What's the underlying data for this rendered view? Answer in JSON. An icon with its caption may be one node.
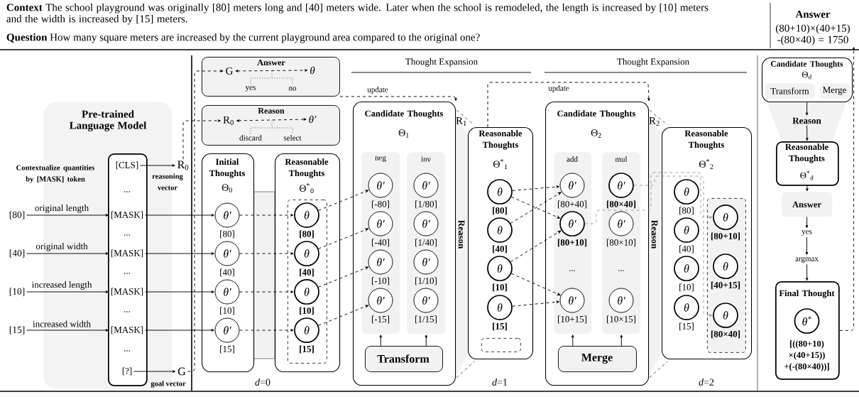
{
  "diagram": {
    "nodes": [
      {
        "text": [
          "Pre-trained Language Model"
        ]
      },
      {
        "text": [],
        "shape": "box",
        "in": 0
      },
      {
        "text": [
          "[CLS]"
        ],
        "in": 1
      },
      {
        "text": [
          "..."
        ],
        "in": 1
      },
      {
        "text": [
          "[MASK]"
        ],
        "in": 1
      },
      {
        "text": [
          "..."
        ],
        "in": 1
      },
      {
        "text": [
          "[MASK]"
        ],
        "in": 1
      },
      {
        "text": [
          "..."
        ],
        "in": 1
      },
      {
        "text": [
          "[MASK]"
        ],
        "in": 1
      },
      {
        "text": [
          "..."
        ],
        "in": 1
      },
      {
        "text": [
          "[MASK]"
        ],
        "in": 1
      },
      {
        "text": [
          "..."
        ],
        "in": 1
      },
      {
        "text": [
          "[?]"
        ],
        "in": 1
      },
      {
        "text": [
          "[80]"
        ]
      },
      {
        "text": [
          "[40]"
        ]
      },
      {
        "text": [
          "[10]"
        ]
      },
      {
        "text": [
          "[15]"
        ]
      },
      {
        "text": [
          "R$_{0}$"
        ],
        "beside": [
          "reasoning vector"
        ]
      },
      {
        "text": [
          "G"
        ],
        "beside": [
          "goal vector"
        ]
      },
      {
        "text": [
          "Answer"
        ]
      },
      {
        "text": [
          "G"
        ],
        "in": 19
      },
      {
        "text": [
          "θ"
        ],
        "in": 19
      },
      {
        "text": [
          "Reason"
        ]
      },
      {
        "text": [
          "R$_{0}$"
        ],
        "in": 22
      },
      {
        "text": [
          "θ′"
        ],
        "in": 22
      },
      {
        "text": [
          "Initial Thoughts",
          "Θ$_{0}$"
        ]
      },
      {
        "text": [
          "θ′"
        ],
        "beside": [
          "[80]"
        ],
        "in": 25
      },
      {
        "text": [
          "θ′"
        ],
        "beside": [
          "[40]"
        ],
        "in": 25
      },
      {
        "text": [
          "θ′"
        ],
        "beside": [
          "[10]"
        ],
        "in": 25
      },
      {
        "text": [
          "θ′"
        ],
        "beside": [
          "[15]"
        ],
        "in": 25
      },
      {
        "text": [
          "Reasonable Thoughts",
          "Θ$^{*}$$_{0}$"
        ]
      },
      {
        "text": [],
        "shape": "box",
        "in": 30
      },
      {
        "text": [
          "θ"
        ],
        "beside": [
          "[80]"
        ],
        "in": 31
      },
      {
        "text": [
          "θ"
        ],
        "beside": [
          "[40]"
        ],
        "in": 31
      },
      {
        "text": [
          "θ"
        ],
        "beside": [
          "[10]"
        ],
        "in": 31
      },
      {
        "text": [
          "θ"
        ],
        "beside": [
          "[15]"
        ],
        "in": 31
      },
      {
        "text": [
          "Candidate Thoughts",
          "Θ$_{1}$"
        ]
      },
      {
        "text": [
          "neg"
        ],
        "in": 36
      },
      {
        "text": [
          "θ′"
        ],
        "beside": [
          "[-80]"
        ],
        "in": 37
      },
      {
        "text": [
          "θ′"
        ],
        "beside": [
          "[-40]"
        ],
        "in": 37
      },
      {
        "text": [
          "θ′"
        ],
        "beside": [
          "[-10]"
        ],
        "in": 37
      },
      {
        "text": [
          "θ′"
        ],
        "beside": [
          "[-15]"
        ],
        "in": 37
      },
      {
        "text": [
          "inv"
        ],
        "in": 36
      },
      {
        "text": [
          "θ′"
        ],
        "beside": [
          "[1/80]"
        ],
        "in": 42
      },
      {
        "text": [
          "θ′"
        ],
        "beside": [
          "[1/40]"
        ],
        "in": 42
      },
      {
        "text": [
          "θ′"
        ],
        "beside": [
          "[1/10]"
        ],
        "in": 42
      },
      {
        "text": [
          "θ′"
        ],
        "beside": [
          "[1/15]"
        ],
        "in": 42
      },
      {
        "text": [
          "Transform"
        ],
        "in": 36
      },
      {
        "text": [
          "Reasonable Thoughts",
          "Θ$^{*}$$_{1}$"
        ]
      },
      {
        "text": [
          "θ"
        ],
        "beside": [
          "[80]"
        ],
        "in": 48
      },
      {
        "text": [
          "θ"
        ],
        "beside": [
          "[40]"
        ],
        "in": 48
      },
      {
        "text": [
          "θ"
        ],
        "beside": [
          "[10]"
        ],
        "in": 48
      },
      {
        "text": [
          "θ"
        ],
        "beside": [
          "[15]"
        ],
        "in": 48
      },
      {
        "text": [],
        "shape": "box",
        "in": 48
      },
      {
        "text": [
          "Candidate Thoughts",
          "Θ$_{2}$"
        ]
      },
      {
        "text": [
          "add"
        ],
        "in": 54
      },
      {
        "text": [
          "θ′"
        ],
        "beside": [
          "[80+40]"
        ],
        "in": 55
      },
      {
        "text": [
          "θ′"
        ],
        "beside": [
          "[80+10]"
        ],
        "in": 55
      },
      {
        "text": [
          "θ′"
        ],
        "beside": [
          "[10+15]"
        ],
        "in": 55
      },
      {
        "text": [
          "mul"
        ],
        "in": 54
      },
      {
        "text": [
          "θ′"
        ],
        "beside": [
          "[80×40]"
        ],
        "in": 59
      },
      {
        "text": [
          "θ′"
        ],
        "beside": [
          "[80×10]"
        ],
        "in": 59
      },
      {
        "text": [
          "θ′"
        ],
        "beside": [
          "[10×15]"
        ],
        "in": 59
      },
      {
        "text": [
          "Merge"
        ],
        "in": 54
      },
      {
        "text": [
          "Reasonable Thoughts",
          "Θ$^{*}$$_{2}$"
        ]
      },
      {
        "text": [
          "θ"
        ],
        "beside": [
          "[80]"
        ],
        "in": 64
      },
      {
        "text": [
          "θ"
        ],
        "beside": [
          "[40]"
        ],
        "in": 64
      },
      {
        "text": [
          "θ"
        ],
        "beside": [
          "[10]"
        ],
        "in": 64
      },
      {
        "text": [
          "θ"
        ],
        "beside": [
          "[15]"
        ],
        "in": 64
      },
      {
        "text": [],
        "shape": "box",
        "in": 64
      },
      {
        "text": [
          "θ"
        ],
        "beside": [
          "[80+10]"
        ],
        "in": 69
      },
      {
        "text": [
          "θ"
        ],
        "beside": [
          "[40+15]"
        ],
        "in": 69
      },
      {
        "text": [
          "θ"
        ],
        "beside": [
          "[80×40]"
        ],
        "in": 69
      },
      {
        "text": [
          "Candidate Thoughts",
          "Θ$_{d}$"
        ]
      },
      {
        "text": [
          "Transform"
        ],
        "in": 73
      },
      {
        "text": [
          "Merge"
        ],
        "in": 73
      },
      {
        "text": [
          "Reason"
        ]
      },
      {
        "text": [
          "Reasonable Thoughts",
          "Θ$^{*}$$_{d}$"
        ]
      },
      {
        "text": [
          "Answer"
        ]
      },
      {
        "text": [
          "yes"
        ]
      },
      {
        "text": [
          "argmax"
        ]
      },
      {
        "text": [
          "Final Thought",
          "[((80+10) ×(40+15)) +(-(80×40))]"
        ]
      },
      {
        "text": [
          "θ$^{*}$"
        ],
        "in": 81
      },
      {
        "text": [
          "Answer",
          "(80+10)×(40+15) -(80×40) = 1750"
        ]
      }
    ],
    "edges": [
      {
        "from": 13,
        "to": 4,
        "arrow": "to",
        "label": "original length"
      },
      {
        "from": 14,
        "to": 6,
        "arrow": "to",
        "label": "original width"
      },
      {
        "from": 15,
        "to": 8,
        "arrow": "to",
        "label": "increased length"
      },
      {
        "from": 16,
        "to": 10,
        "arrow": "to",
        "label": "increased width"
      },
      {
        "from": 2,
        "to": 17,
        "arrow": "to"
      },
      {
        "from": 12,
        "to": 18,
        "arrow": "to"
      },
      {
        "from": 4,
        "to": 26,
        "arrow": "to"
      },
      {
        "from": 6,
        "to": 27,
        "arrow": "to"
      },
      {
        "from": 8,
        "to": 28,
        "arrow": "to"
      },
      {
        "from": 10,
        "to": 29,
        "arrow": "to"
      },
      {
        "from": 17,
        "to": 23,
        "arrow": "to",
        "style": "dashed"
      },
      {
        "from": 18,
        "to": 20,
        "arrow": "to",
        "style": "dashed"
      },
      {
        "from": 20,
        "to": 21,
        "arrow": "both",
        "style": "dashed"
      },
      {
        "from": 23,
        "to": 24,
        "arrow": "both",
        "style": "dashed"
      },
      {
        "from": 26,
        "to": 32,
        "arrow": "to",
        "style": "dashed"
      },
      {
        "from": 27,
        "to": 33,
        "arrow": "to",
        "style": "dashed"
      },
      {
        "from": 28,
        "to": 34,
        "arrow": "to",
        "style": "dashed"
      },
      {
        "from": 29,
        "to": 35,
        "arrow": "to",
        "style": "dashed"
      },
      {
        "from": 32,
        "to": 38,
        "arrow": "to",
        "style": "dashed"
      },
      {
        "from": 33,
        "to": 39,
        "arrow": "to",
        "style": "dashed"
      },
      {
        "from": 34,
        "to": 40,
        "arrow": "to",
        "style": "dashed"
      },
      {
        "from": 35,
        "to": 41,
        "arrow": "to",
        "style": "dashed"
      },
      {
        "from": 47,
        "to": 37,
        "arrow": "to"
      },
      {
        "from": 47,
        "to": 42,
        "arrow": "to"
      },
      {
        "from": 49,
        "to": 56,
        "arrow": "to",
        "style": "dashed"
      },
      {
        "from": 49,
        "to": 57,
        "arrow": "to",
        "style": "dashed"
      },
      {
        "from": 50,
        "to": 56,
        "arrow": "to",
        "style": "dashed"
      },
      {
        "from": 51,
        "to": 57,
        "arrow": "to",
        "style": "dashed"
      },
      {
        "from": 51,
        "to": 58,
        "arrow": "to",
        "style": "dashed"
      },
      {
        "from": 52,
        "to": 58,
        "arrow": "to",
        "style": "dashed"
      },
      {
        "from": 63,
        "to": 55,
        "arrow": "to"
      },
      {
        "from": 63,
        "to": 59,
        "arrow": "to"
      },
      {
        "from": 57,
        "to": 70,
        "arrow": "to",
        "style": "dashed",
        "color": "#999999"
      },
      {
        "from": 60,
        "to": 72,
        "arrow": "to",
        "style": "dashed",
        "color": "#999999"
      },
      {
        "from": 19,
        "to": 36,
        "arrow": "to",
        "style": "dashed",
        "label": "update"
      },
      {
        "from": 48,
        "to": 54,
        "arrow": "to",
        "style": "dashed",
        "label": "update"
      },
      {
        "from": 73,
        "to": 76,
        "arrow": "to"
      },
      {
        "from": 76,
        "to": 77,
        "arrow": "to"
      },
      {
        "from": 77,
        "to": 78,
        "arrow": "to"
      },
      {
        "from": 78,
        "to": 79,
        "arrow": "to"
      },
      {
        "from": 79,
        "to": 80,
        "arrow": "to"
      },
      {
        "from": 80,
        "to": 81,
        "arrow": "to"
      },
      {
        "from": 81,
        "to": 83,
        "arrow": "to",
        "style": "dashed"
      }
    ],
    "labels": [
      "**Context** The school playground was originally [80] meters long and [40] meters wide. Later when the school is remodeled, the length is increased by [10] meters and the width is increased by [15] meters.",
      "**Question** How many square meters are increased by the current playground area compared to the original one?",
      "Thought Expansion",
      "Thought Expansion",
      "Contextualize quantities by [MASK] token",
      "yes",
      "no",
      "discard",
      "select",
      "R$_{1}$",
      "Reason",
      "...",
      "...",
      "R$_{2}$",
      "Reason",
      "*d*=0",
      "*d*=1",
      "*d*=2"
    ]
  }
}
